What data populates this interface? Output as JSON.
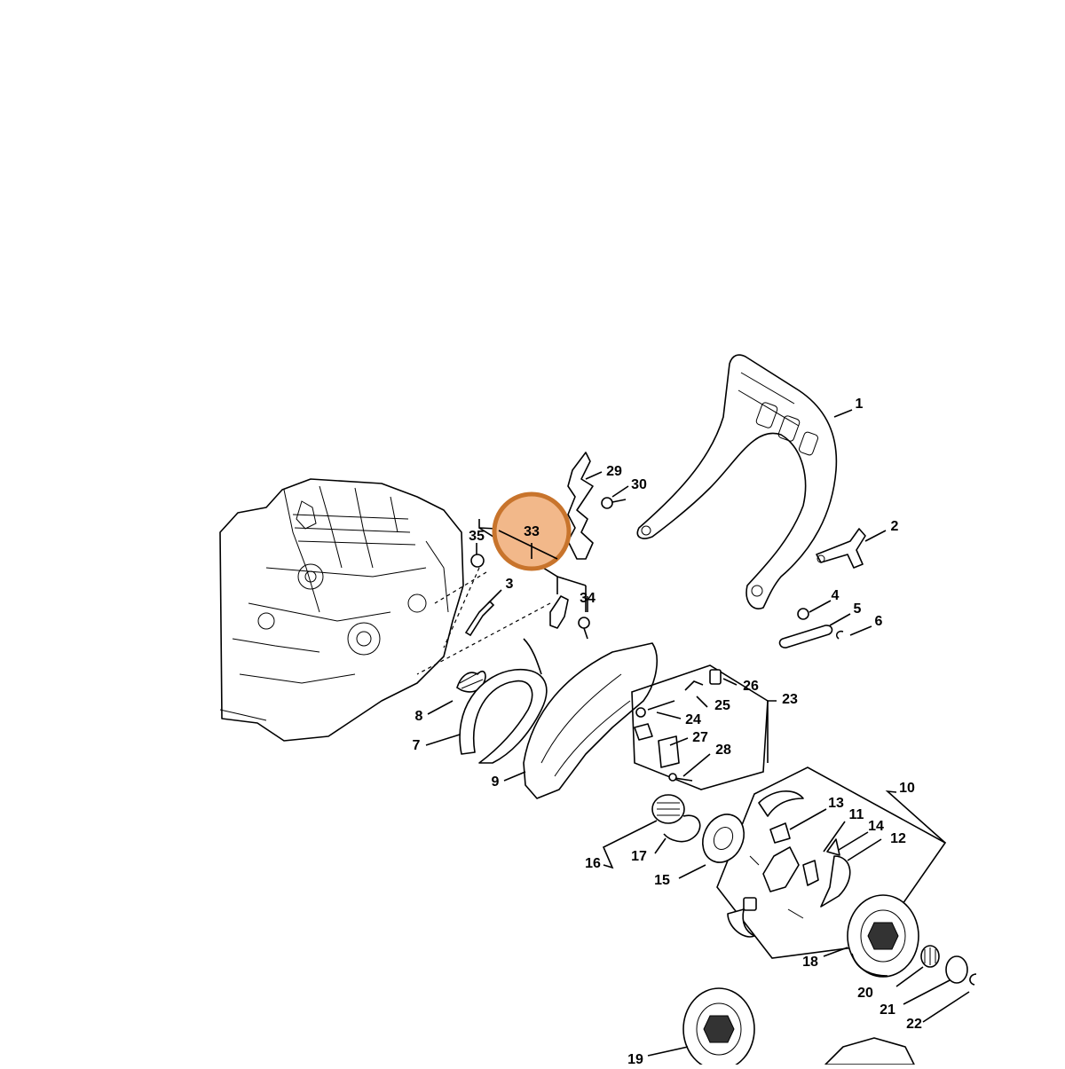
{
  "diagram": {
    "highlight": {
      "label": "33",
      "fill": "#f2b88a",
      "stroke": "#c8742c"
    },
    "callouts": [
      {
        "id": "1",
        "label": "1"
      },
      {
        "id": "2",
        "label": "2"
      },
      {
        "id": "3",
        "label": "3"
      },
      {
        "id": "4",
        "label": "4"
      },
      {
        "id": "5",
        "label": "5"
      },
      {
        "id": "6",
        "label": "6"
      },
      {
        "id": "7",
        "label": "7"
      },
      {
        "id": "8",
        "label": "8"
      },
      {
        "id": "9",
        "label": "9"
      },
      {
        "id": "10",
        "label": "10"
      },
      {
        "id": "11",
        "label": "11"
      },
      {
        "id": "12",
        "label": "12"
      },
      {
        "id": "13",
        "label": "13"
      },
      {
        "id": "14",
        "label": "14"
      },
      {
        "id": "15",
        "label": "15"
      },
      {
        "id": "16",
        "label": "16"
      },
      {
        "id": "17",
        "label": "17"
      },
      {
        "id": "18",
        "label": "18"
      },
      {
        "id": "19",
        "label": "19"
      },
      {
        "id": "20",
        "label": "20"
      },
      {
        "id": "21",
        "label": "21"
      },
      {
        "id": "22",
        "label": "22"
      },
      {
        "id": "23",
        "label": "23"
      },
      {
        "id": "24",
        "label": "24"
      },
      {
        "id": "25",
        "label": "25"
      },
      {
        "id": "26",
        "label": "26"
      },
      {
        "id": "27",
        "label": "27"
      },
      {
        "id": "28",
        "label": "28"
      },
      {
        "id": "29",
        "label": "29"
      },
      {
        "id": "30",
        "label": "30"
      },
      {
        "id": "34",
        "label": "34"
      },
      {
        "id": "35",
        "label": "35"
      }
    ]
  }
}
